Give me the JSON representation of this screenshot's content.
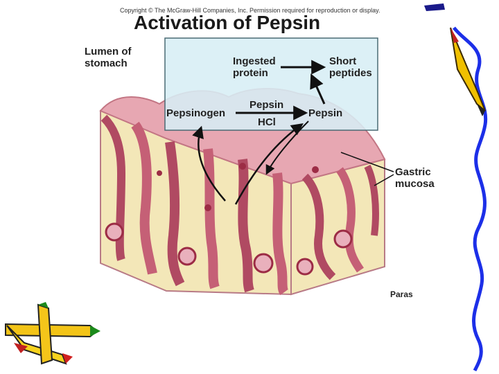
{
  "copyright": "Copyright © The McGraw-Hill Companies, Inc. Permission required for reproduction or display.",
  "title": "Activation of Pepsin",
  "labels": {
    "lumen": [
      "Lumen of",
      "stomach"
    ],
    "ingested": [
      "Ingested",
      "protein"
    ],
    "short": [
      "Short",
      "peptides"
    ],
    "pepsinogen": "Pepsinogen",
    "pepsin_arrow": "Pepsin",
    "pepsin": "Pepsin",
    "hcl": "HCl",
    "gastric": [
      "Gastric",
      "mucosa"
    ],
    "credit": "Paras"
  },
  "colors": {
    "box": "#d7eef5",
    "box_border": "#4a6a74",
    "tissue_pink": "#d98a9a",
    "tissue_dark": "#9c2c45",
    "submucosa": "#f3e7b8",
    "border_squiggle": "#1c2fe8"
  }
}
